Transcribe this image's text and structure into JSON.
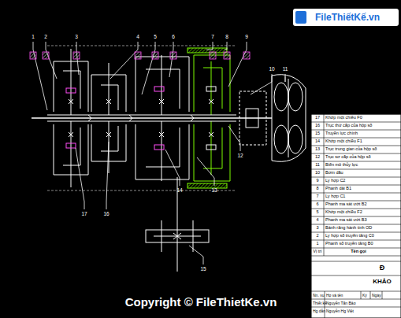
{
  "diagram": {
    "labels": [
      "FileThiếtKế.vn",
      "1",
      "2",
      "3",
      "4",
      "5",
      "6",
      "7",
      "8",
      "9",
      "10",
      "11",
      "12",
      "13",
      "14",
      "15",
      "16",
      "17",
      "17",
      "Khớp một chiều F0",
      "16",
      "Trục thứ cấp của hộp số",
      "15",
      "Truyền lực chính",
      "14",
      "Khớp một chiều F1",
      "13",
      "Trục trung gian của hộp số",
      "12",
      "Trục sơ cấp của hộp số",
      "11",
      "Biến mô thủy lực",
      "10",
      "Bơm dầu",
      "9",
      "Ly hợp C2",
      "8",
      "Phanh dải B1",
      "7",
      "Ly hợp C1",
      "6",
      "Phanh ma sát ướt B2",
      "5",
      "Khớp một chiều F2",
      "4",
      "Phanh ma sát ướt B3",
      "3",
      "Bánh răng hành tinh OD",
      "2",
      "Ly hợp số truyền tăng C0",
      "1",
      "Phanh số truyền tăng B0",
      "Vị trí",
      "Tên gọi",
      "Đ",
      "KHẢO",
      "Nn. vụ",
      "Họ và tên",
      "Ký",
      "Ngày",
      "Thiết kế",
      "Nguyễn Tấn Bảo",
      "Hg dẫn",
      "Nguyễn Hg Việt",
      "Copyright © FileThietKe.vn"
    ]
  }
}
